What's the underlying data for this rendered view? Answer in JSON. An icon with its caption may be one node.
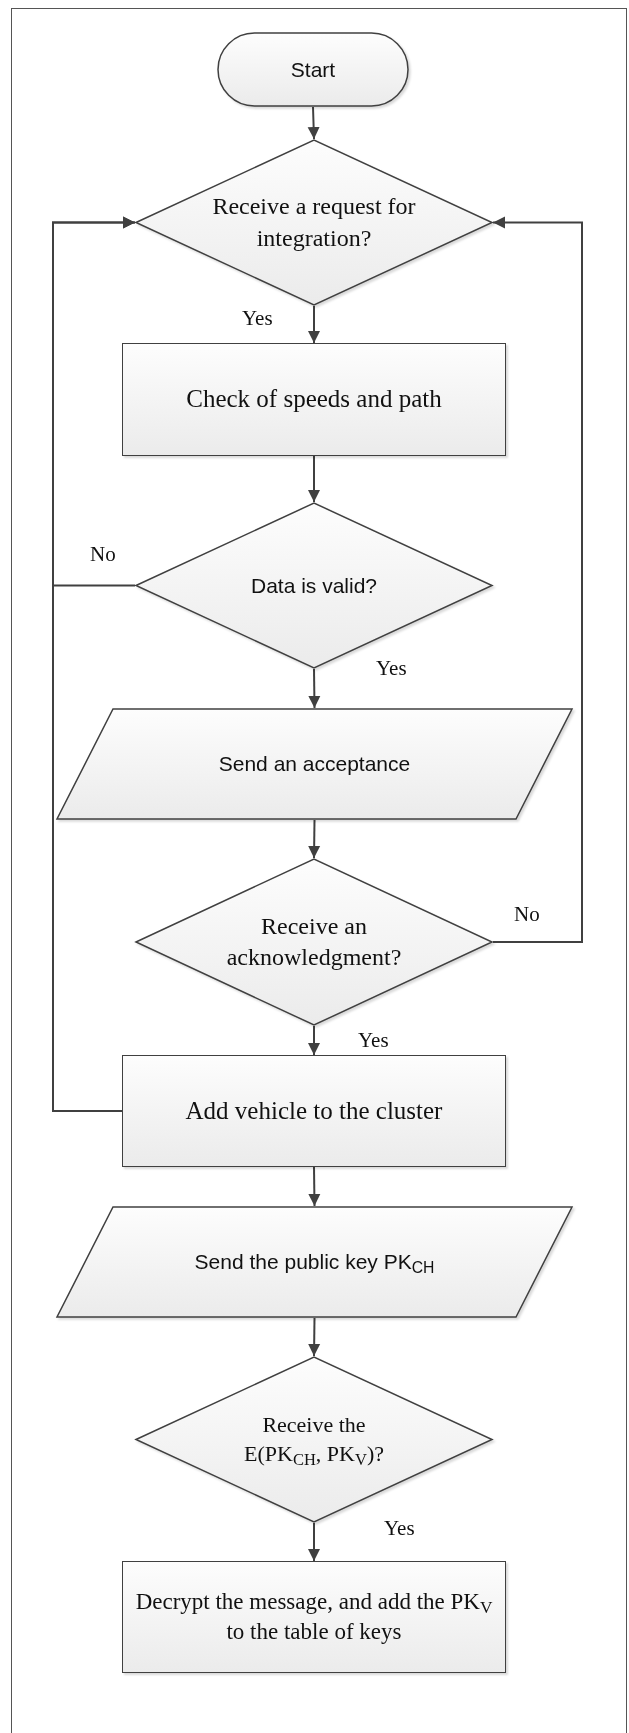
{
  "diagram": {
    "nodes": [
      {
        "text": [
          "Start"
        ]
      },
      {
        "text": [
          "Receive a request for integration?"
        ]
      },
      {
        "text": [
          "Check of speeds and path"
        ]
      },
      {
        "text": [
          "Data is valid?"
        ]
      },
      {
        "text": [
          "Send an acceptance"
        ]
      },
      {
        "text": [
          "Receive an acknowledgment?"
        ]
      },
      {
        "text": [
          "Add vehicle to the cluster"
        ]
      },
      {
        "text": [
          "Send the public key PK$_{CH}$"
        ]
      },
      {
        "text": [
          "Receive the E(PK$_{CH}$, PK$_{V}$)?"
        ]
      },
      {
        "text": [
          "Decrypt the message, and add the PK$_{V}$ to the table of keys"
        ]
      }
    ],
    "edges": [
      {
        "from": 0,
        "to": 1,
        "arrow": "to"
      },
      {
        "from": 1,
        "to": 2,
        "arrow": "to",
        "label": "Yes"
      },
      {
        "from": 2,
        "to": 3,
        "arrow": "to"
      },
      {
        "from": 3,
        "to": 4,
        "arrow": "to",
        "label": "Yes"
      },
      {
        "from": 3,
        "to": 1,
        "arrow": "to",
        "label": "No"
      },
      {
        "from": 4,
        "to": 5,
        "arrow": "to"
      },
      {
        "from": 5,
        "to": 1,
        "arrow": "to",
        "label": "No"
      },
      {
        "from": 5,
        "to": 6,
        "arrow": "to",
        "label": "Yes"
      },
      {
        "from": 6,
        "to": 1,
        "arrow": "to"
      },
      {
        "from": 6,
        "to": 7,
        "arrow": "to"
      },
      {
        "from": 7,
        "to": 8,
        "arrow": "to"
      },
      {
        "from": 8,
        "to": 9,
        "arrow": "to",
        "label": "Yes"
      }
    ]
  }
}
